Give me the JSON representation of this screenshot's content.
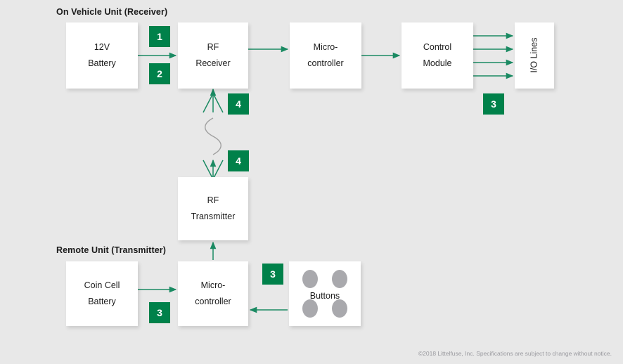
{
  "background_color": "#e8e8e8",
  "accent_color": "#00814a",
  "arrow_color": "#1a8a62",
  "sections": {
    "vehicle_label": "On Vehicle Unit (Receiver)",
    "remote_label": "Remote Unit (Transmitter)"
  },
  "boxes": {
    "battery_12v": "12V\nBattery",
    "rf_receiver": "RF\nReceiver",
    "microcontroller_rx": "Micro-\ncontroller",
    "control_module": "Control\nModule",
    "io_lines": "I/O Lines",
    "rf_transmitter": "RF\nTransmitter",
    "coin_cell_battery": "Coin Cell\nBattery",
    "microcontroller_tx": "Micro-\ncontroller",
    "buttons": "Buttons"
  },
  "badges": {
    "b1": "1",
    "b2": "2",
    "b3_io": "3",
    "b4_upper": "4",
    "b4_lower": "4",
    "b3_coin": "3",
    "b3_buttons": "3"
  },
  "footer": {
    "copyright": "©2018 Littelfuse, Inc. Specifications are subject to change without notice."
  }
}
